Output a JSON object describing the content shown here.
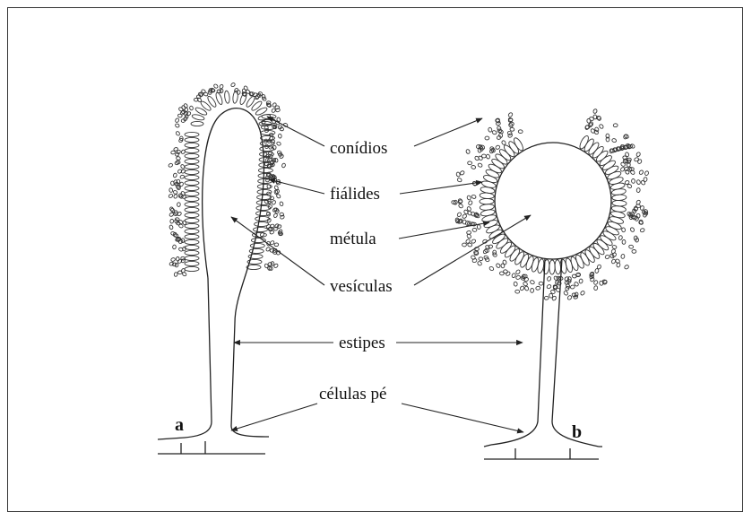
{
  "diagram": {
    "specimens": [
      {
        "id": "a",
        "label": "a"
      },
      {
        "id": "b",
        "label": "b"
      }
    ],
    "labels": {
      "conidia": "conídios",
      "phialides": "fiálides",
      "metula": "métula",
      "vesicles": "vesículas",
      "stipes": "estipes",
      "foot_cells": "células pé"
    }
  }
}
